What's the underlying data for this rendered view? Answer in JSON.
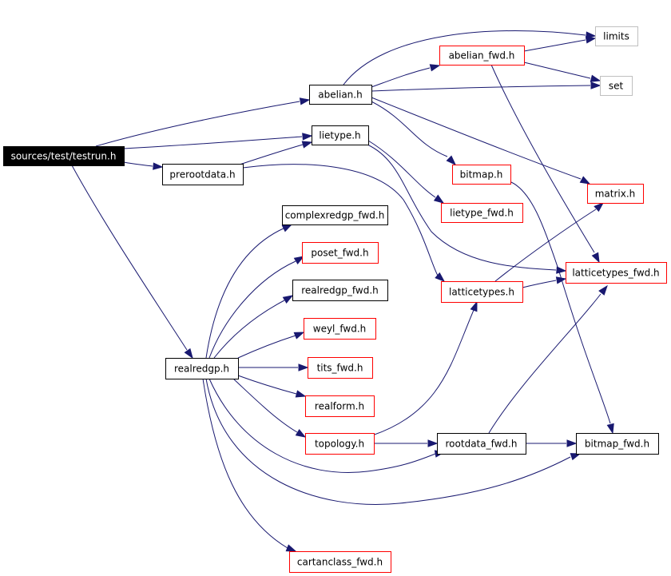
{
  "diagram": {
    "edge_color": "#191970",
    "nodes": [
      {
        "id": "testrun",
        "label": "sources/test/testrun.h",
        "style": "root"
      },
      {
        "id": "abelian",
        "label": "abelian.h",
        "style": "black"
      },
      {
        "id": "abelian_fwd",
        "label": "abelian_fwd.h",
        "style": "red"
      },
      {
        "id": "limits",
        "label": "limits",
        "style": "gray"
      },
      {
        "id": "set",
        "label": "set",
        "style": "gray"
      },
      {
        "id": "lietype",
        "label": "lietype.h",
        "style": "black"
      },
      {
        "id": "prerootdata",
        "label": "prerootdata.h",
        "style": "black"
      },
      {
        "id": "bitmap",
        "label": "bitmap.h",
        "style": "red"
      },
      {
        "id": "matrix",
        "label": "matrix.h",
        "style": "red"
      },
      {
        "id": "lietype_fwd",
        "label": "lietype_fwd.h",
        "style": "red"
      },
      {
        "id": "complexredgp_fwd",
        "label": "complexredgp_fwd.h",
        "style": "black"
      },
      {
        "id": "poset_fwd",
        "label": "poset_fwd.h",
        "style": "red"
      },
      {
        "id": "latticetypes_fwd",
        "label": "latticetypes_fwd.h",
        "style": "red"
      },
      {
        "id": "realredgp_fwd",
        "label": "realredgp_fwd.h",
        "style": "black"
      },
      {
        "id": "latticetypes",
        "label": "latticetypes.h",
        "style": "red"
      },
      {
        "id": "weyl_fwd",
        "label": "weyl_fwd.h",
        "style": "red"
      },
      {
        "id": "realredgp",
        "label": "realredgp.h",
        "style": "black"
      },
      {
        "id": "tits_fwd",
        "label": "tits_fwd.h",
        "style": "red"
      },
      {
        "id": "realform",
        "label": "realform.h",
        "style": "red"
      },
      {
        "id": "topology",
        "label": "topology.h",
        "style": "red"
      },
      {
        "id": "rootdata_fwd",
        "label": "rootdata_fwd.h",
        "style": "black"
      },
      {
        "id": "bitmap_fwd",
        "label": "bitmap_fwd.h",
        "style": "black"
      },
      {
        "id": "cartanclass_fwd",
        "label": "cartanclass_fwd.h",
        "style": "red"
      }
    ]
  }
}
